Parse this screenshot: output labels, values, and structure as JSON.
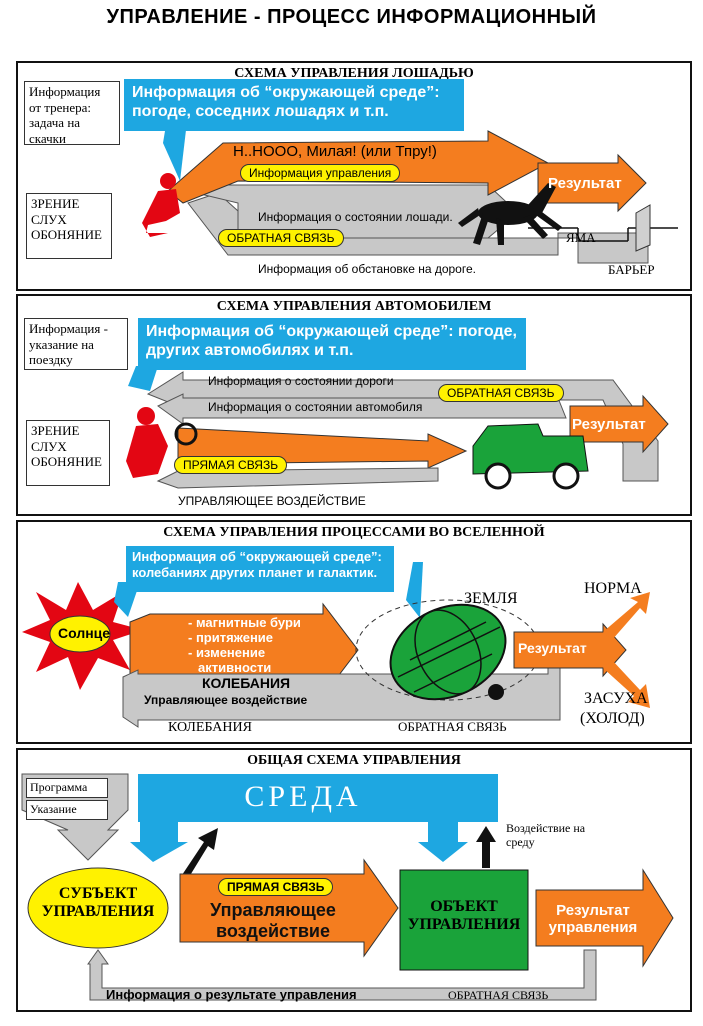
{
  "title": "УПРАВЛЕНИЕ - ПРОЦЕСС ИНФОРМАЦИОННЫЙ",
  "colors": {
    "blue": "#1ea7e1",
    "orange": "#f47d1f",
    "gray": "#c8c8c8",
    "green": "#1aa33a",
    "yellow": "#fff200",
    "red": "#e30613"
  },
  "horse": {
    "title": "СХЕМА УПРАВЛЕНИЯ ЛОШАДЬЮ",
    "trainer_info": "Информация от тренера: задача на скачки",
    "env_info": "Информация об “окружающей среде”: погоде, соседних лошадях и т.п.",
    "command": "Н..НООО, Милая! (или Тпру!)",
    "control_info": "Информация управления",
    "result": "Результат",
    "state_info": "Информация о состоянии лошади.",
    "feedback": "ОБРАТНАЯ СВЯЗЬ",
    "senses": "ЗРЕНИЕ СЛУХ ОБОНЯНИЕ",
    "pit": "ЯМА",
    "road_info": "Информация об обстановке на дороге.",
    "barrier": "БАРЬЕР"
  },
  "car": {
    "title": "СХЕМА УПРАВЛЕНИЯ АВТОМОБИЛЕМ",
    "trip_info": "Информация - указание на поездку",
    "env_info": "Информация об “окружающей среде”: погоде, других автомобилях и т.п.",
    "road_state": "Информация о состоянии дороги",
    "feedback": "ОБРАТНАЯ СВЯЗЬ",
    "car_state": "Информация о состоянии автомобиля",
    "result": "Результат",
    "senses": "ЗРЕНИЕ СЛУХ ОБОНЯНИЕ",
    "direct": "ПРЯМАЯ СВЯЗЬ",
    "control_action": "УПРАВЛЯЮЩЕЕ ВОЗДЕЙСТВИЕ"
  },
  "universe": {
    "title": "СХЕМА УПРАВЛЕНИЯ ПРОЦЕССАМИ ВО ВСЕЛЕННОЙ",
    "env_info": "Информация об “окружающей среде”: колебаниях других планет и галактик.",
    "sun": "Солнце",
    "factors": [
      "- магнитные бури",
      "- притяжение",
      "- изменение",
      "активности"
    ],
    "oscillations": "КОЛЕБАНИЯ",
    "control_action": "Управляющее воздействие",
    "earth": "ЗЕМЛЯ",
    "result": "Результат",
    "norm": "НОРМА",
    "drought": "ЗАСУХА",
    "cold": "(ХОЛОД)",
    "osc_bottom": "КОЛЕБАНИЯ",
    "feedback": "ОБРАТНАЯ СВЯЗЬ"
  },
  "general": {
    "title": "ОБЩАЯ СХЕМА УПРАВЛЕНИЯ",
    "program": "Программа",
    "instruction": "Указание",
    "env": "СРЕДА",
    "impact": "Воздействие на среду",
    "subject": "СУБЪЕКТ УПРАВЛЕНИЯ",
    "direct": "ПРЯМАЯ СВЯЗЬ",
    "control_action": "Управляющее воздействие",
    "object": "ОБЪЕКТ УПРАВЛЕНИЯ",
    "result": "Результат управления",
    "info_result": "Информация о результате управления",
    "feedback": "ОБРАТНАЯ СВЯЗЬ"
  }
}
